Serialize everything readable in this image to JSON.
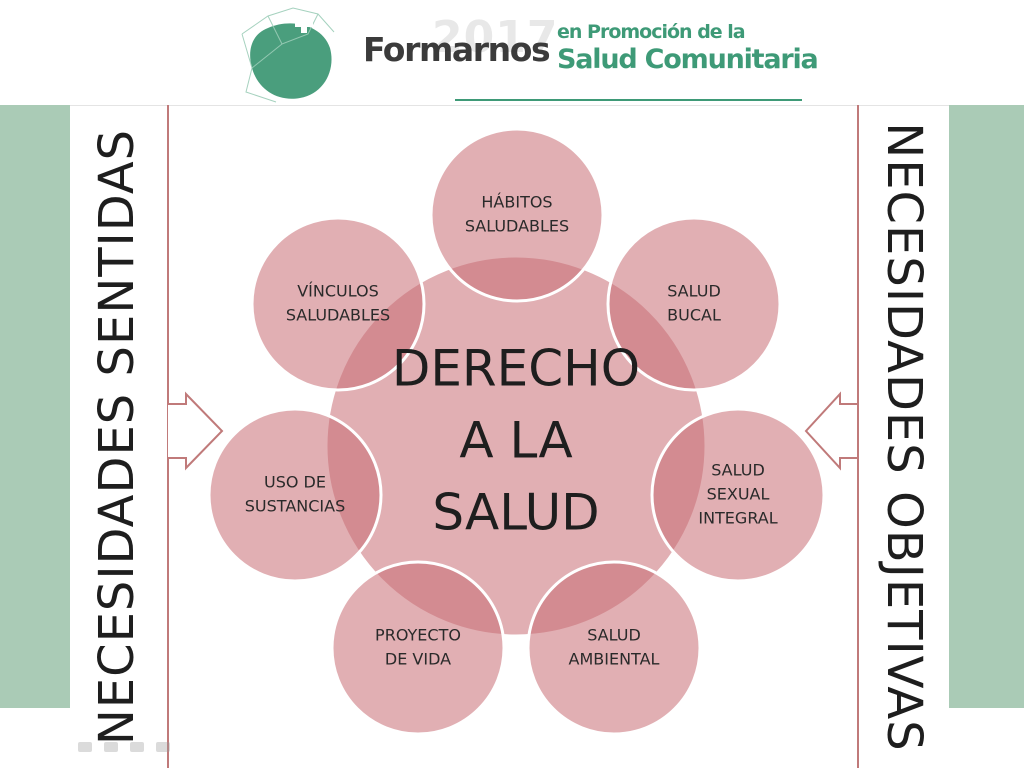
{
  "header": {
    "year": "2017",
    "brand": "Formarnos",
    "tagline_line1": "en Promoción de la",
    "tagline_line2": "Salud Comunitaria"
  },
  "diagram": {
    "center": {
      "lines": [
        "DERECHO",
        "A LA",
        "SALUD"
      ]
    },
    "satellites": [
      {
        "lines": [
          "HÁBITOS",
          "SALUDABLES"
        ]
      },
      {
        "lines": [
          "SALUD",
          "BUCAL"
        ]
      },
      {
        "lines": [
          "SALUD",
          "SEXUAL",
          "INTEGRAL"
        ]
      },
      {
        "lines": [
          "SALUD",
          "AMBIENTAL"
        ]
      },
      {
        "lines": [
          "PROYECTO",
          "DE VIDA"
        ]
      },
      {
        "lines": [
          "USO DE",
          "SUSTANCIAS"
        ]
      },
      {
        "lines": [
          "VÍNCULOS",
          "SALUDABLES"
        ]
      }
    ],
    "left_label": "NECESIDADES SENTIDAS",
    "right_label": "NECESIDADES OBJETIVAS"
  },
  "colors": {
    "circle_fill": "#c96d74",
    "circle_stroke": "#ffffff",
    "border": "#c07a7a",
    "brand_green": "#3e9a77",
    "side_band": "#aacbb6"
  }
}
